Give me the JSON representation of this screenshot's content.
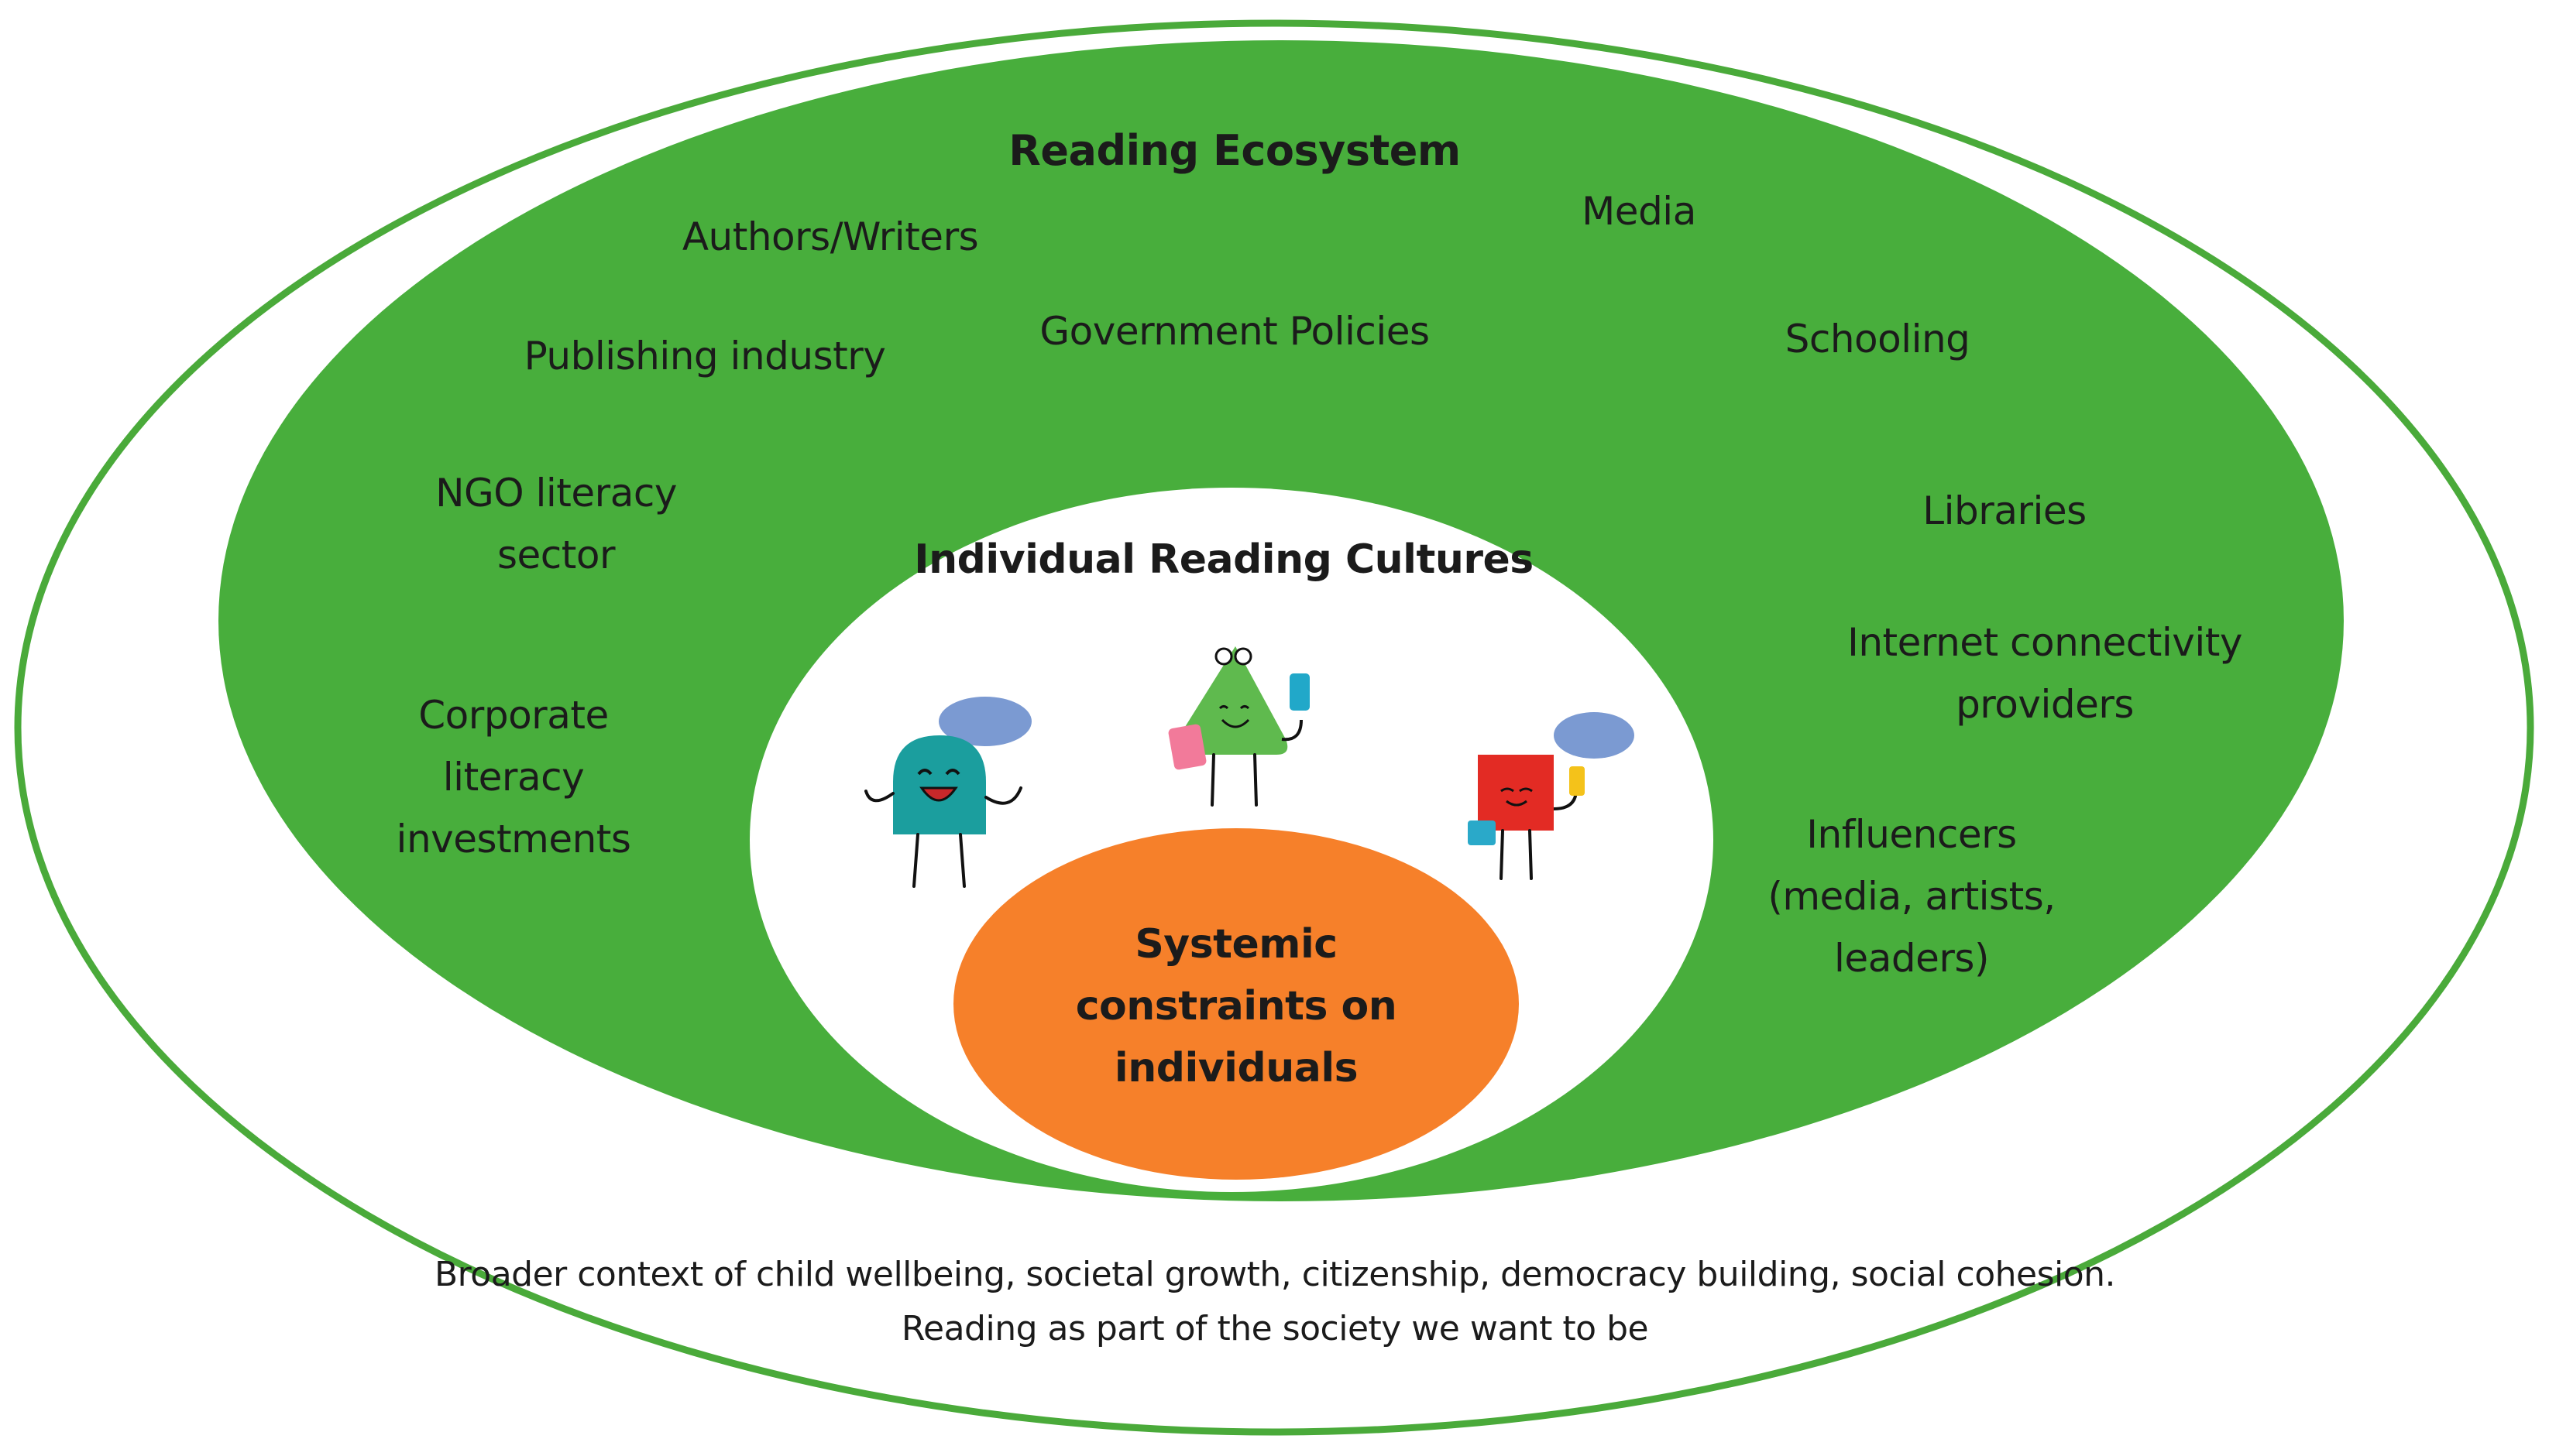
{
  "diagram": {
    "colors": {
      "outer_ring": "#4aaa3a",
      "ecosystem_fill": "#48ae3c",
      "culture_fill": "#ffffff",
      "constraints_fill": "#f6802a",
      "character_teal": "#1b9e9e",
      "character_green": "#5fba4e",
      "character_red": "#e32b24",
      "speech_bubble": "#7b9ad2"
    },
    "ecosystem": {
      "title": "Reading Ecosystem",
      "actors": {
        "authors": "Authors/Writers",
        "media": "Media",
        "publishing": "Publishing industry",
        "government": "Government Policies",
        "schooling": "Schooling",
        "ngo_line1": "NGO literacy",
        "ngo_line2": "sector",
        "libraries": "Libraries",
        "internet_line1": "Internet connectivity",
        "internet_line2": "providers",
        "corporate_line1": "Corporate",
        "corporate_line2": "literacy",
        "corporate_line3": "investments",
        "influencers_line1": "Influencers",
        "influencers_line2": "(media, artists,",
        "influencers_line3": "leaders)"
      }
    },
    "individual": {
      "title": "Individual Reading Cultures",
      "characters": [
        "teal-dome-reader-icon",
        "green-triangle-reader-icon",
        "red-square-reader-icon"
      ]
    },
    "constraints": {
      "line1": "Systemic",
      "line2": "constraints on",
      "line3": "individuals"
    },
    "context": {
      "line1": "Broader context of child wellbeing, societal growth, citizenship, democracy building, social cohesion.",
      "line2": "Reading as part of the society we want to be"
    }
  }
}
